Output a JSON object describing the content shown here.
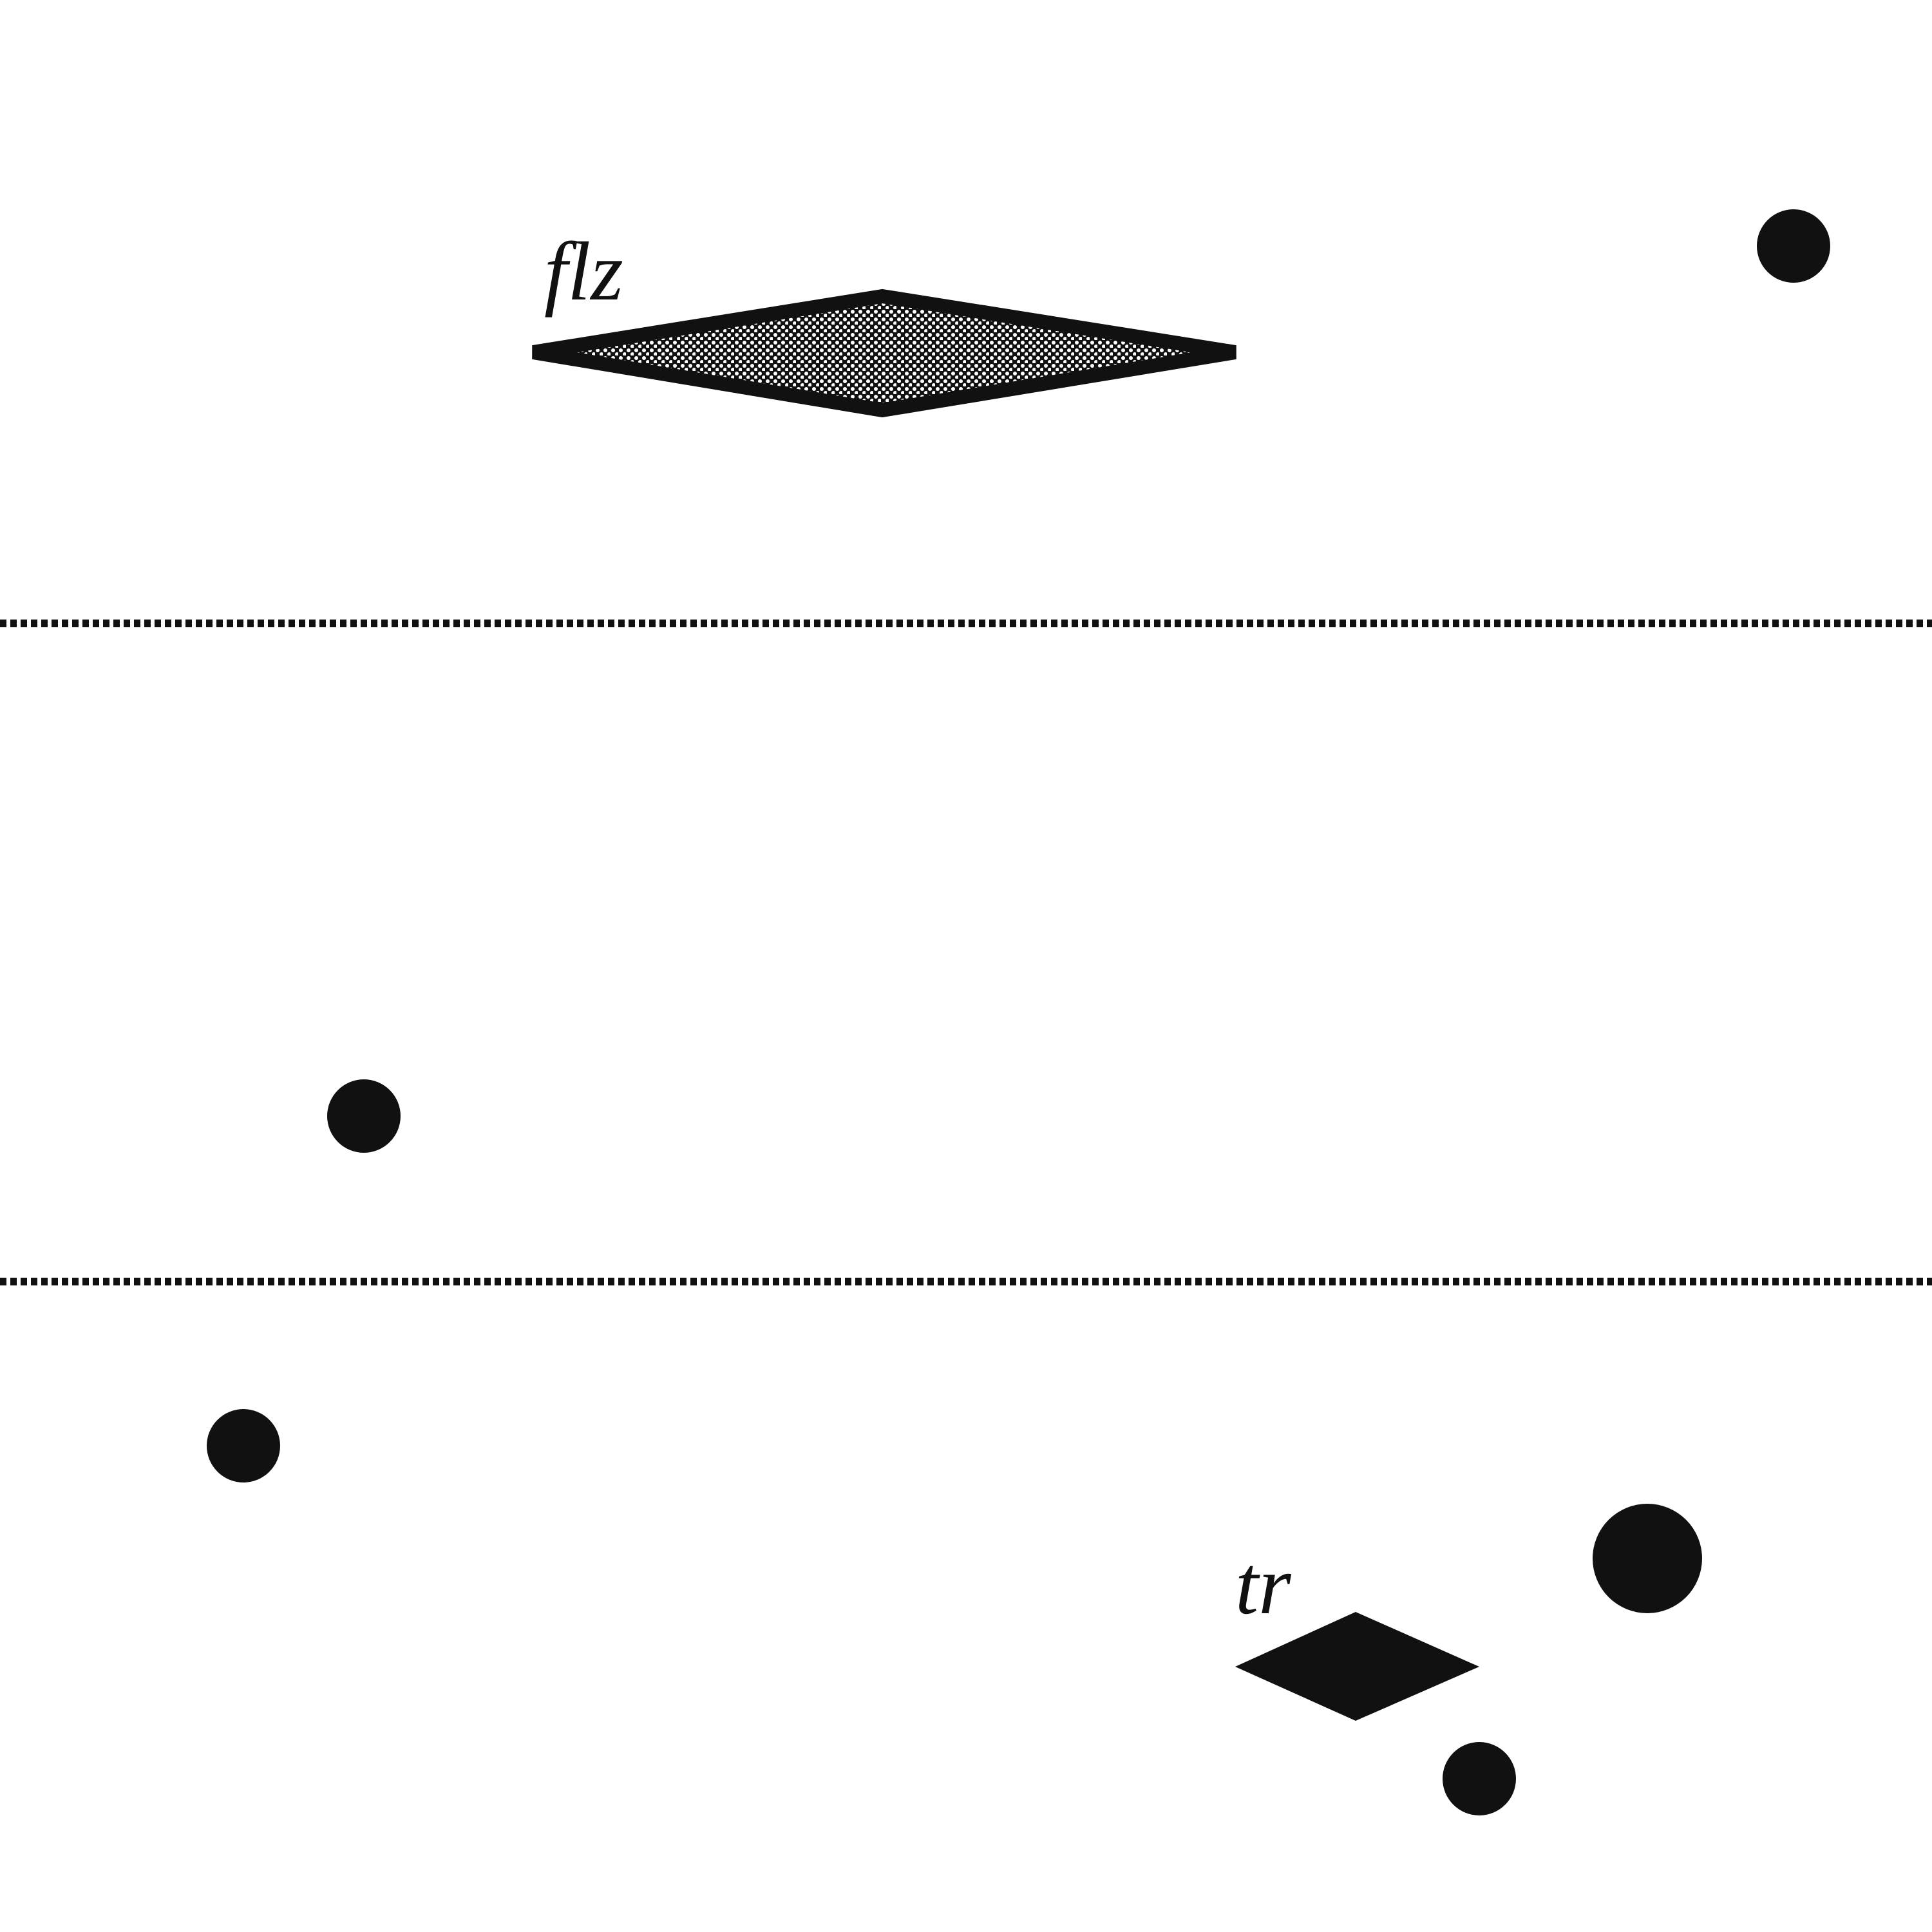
{
  "labels": {
    "flz": "flz",
    "tr": "tr"
  },
  "colors": {
    "ink": "#111111",
    "background": "#ffffff",
    "stipple": "#ffffff"
  },
  "icons": {
    "dot": "filled-circle",
    "stippled_diamond": "stippled-diamond",
    "solid_diamond": "solid-diamond",
    "divider": "dotted-line"
  }
}
